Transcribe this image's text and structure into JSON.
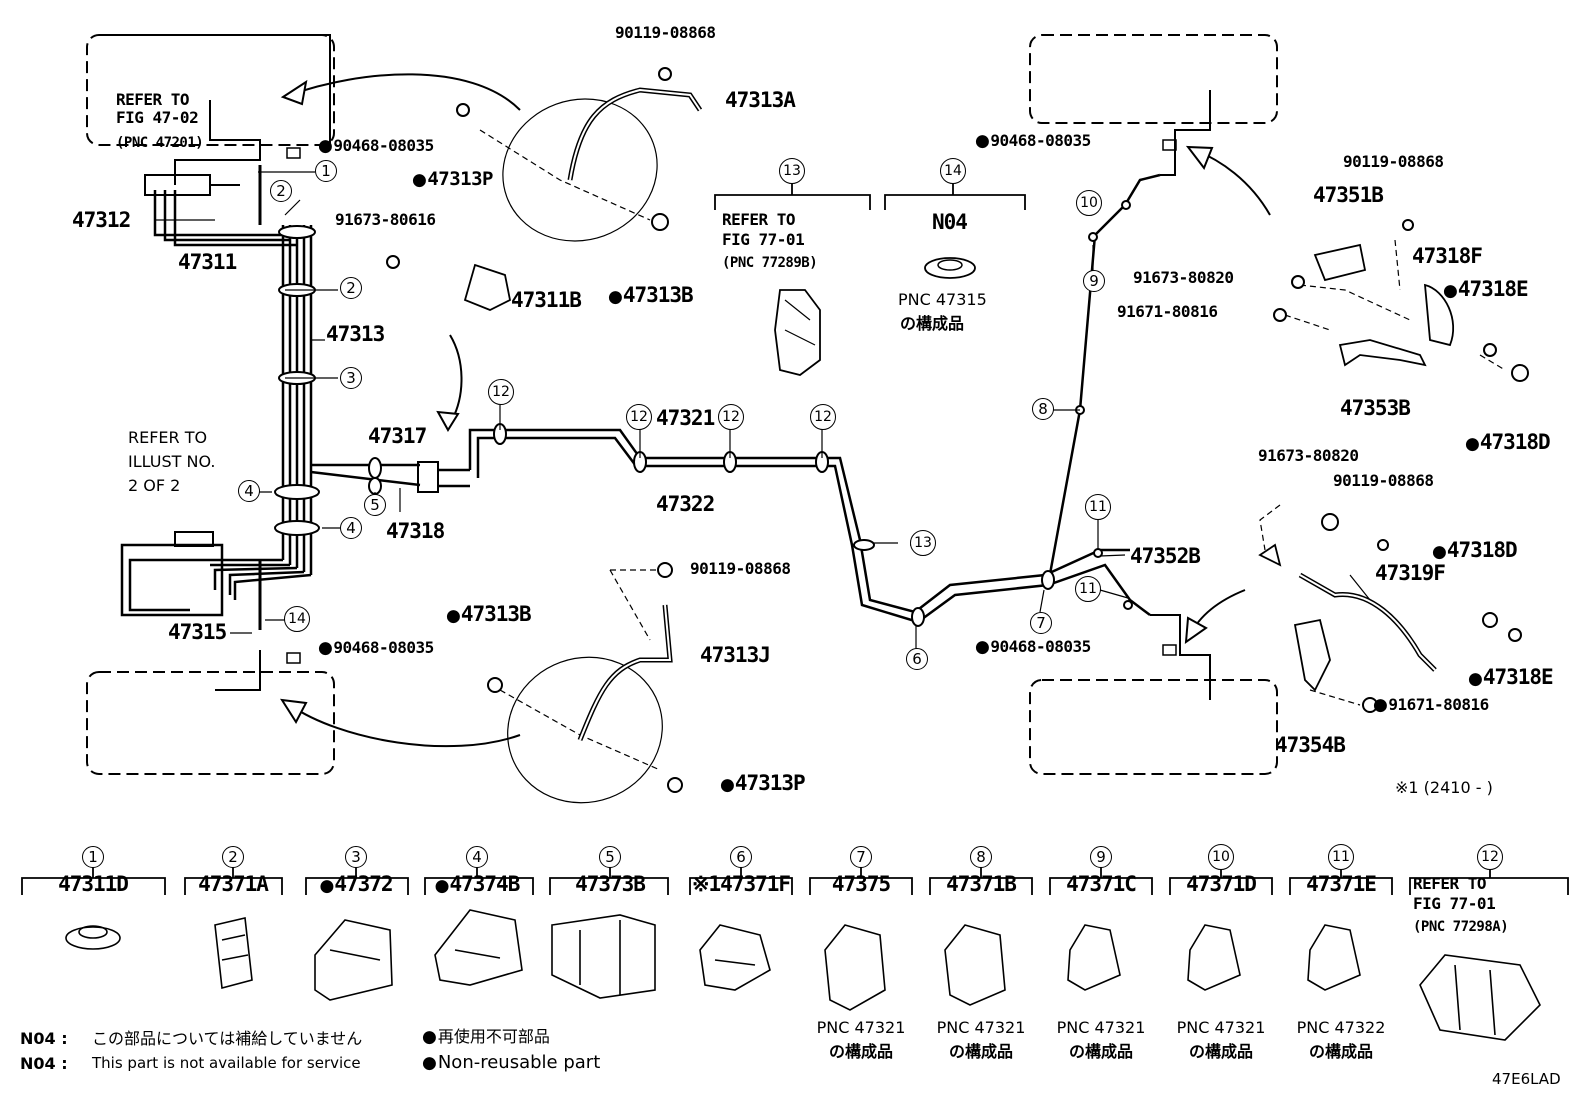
{
  "callouts": {
    "c1": "1",
    "c2": "2",
    "c3": "3",
    "c4": "4",
    "c5": "5",
    "c6": "6",
    "c7": "7",
    "c8": "8",
    "c9": "9",
    "c10": "10",
    "c11": "11",
    "c12": "12",
    "c13": "13",
    "c14": "14"
  },
  "labels": {
    "refer_4702_a": "REFER TO",
    "refer_4702_b": "FIG 47-02",
    "refer_4702_c": "(PNC 47201)",
    "p90468_tl": "90468-08035",
    "p47313P_top": "47313P",
    "p90119_top": "90119-08868",
    "p47313A": "47313A",
    "p47313B_top": "47313B",
    "p47312": "47312",
    "p47311": "47311",
    "p91673_80616": "91673-80616",
    "p47311B": "47311B",
    "p47313": "47313",
    "refer_illust_a": "REFER TO",
    "refer_illust_b": "ILLUST NO.",
    "refer_illust_c": "2 OF 2",
    "p47317": "47317",
    "p47318": "47318",
    "p47315": "47315",
    "p90468_bl": "90468-08035",
    "p47313B_bot": "47313B",
    "p90119_mid": "90119-08868",
    "p47313J": "47313J",
    "p47313P_bot": "47313P",
    "p47321": "47321",
    "p47322": "47322",
    "refer_7701_a": "REFER TO",
    "refer_7701_b": "FIG 77-01",
    "refer_7701_c": "(PNC 77289B)",
    "n04_head": "N04",
    "pnc47315_a": "PNC 47315",
    "pnc47315_b": "の構成品",
    "p90468_tr": "90468-08035",
    "p90468_br": "90468-08035",
    "p90119_r1": "90119-08868",
    "p47351B": "47351B",
    "p91673_80820_r": "91673-80820",
    "p47318F": "47318F",
    "p47318E_top": "47318E",
    "p91671_80816_r": "91671-80816",
    "p47353B": "47353B",
    "p47318D_top": "47318D",
    "p91673_80820_b": "91673-80820",
    "p90119_r2": "90119-08868",
    "p47352B": "47352B",
    "p47318D_bot": "47318D",
    "p47319F": "47319F",
    "p47318E_bot": "47318E",
    "p91671_80816_b": "91671-80816",
    "p47354B": "47354B",
    "note_date": "※1 (2410 -      )"
  },
  "bottom_row": [
    {
      "num": "1",
      "part": "47311D",
      "non_reusable": false,
      "note": ""
    },
    {
      "num": "2",
      "part": "47371A",
      "non_reusable": false,
      "note": ""
    },
    {
      "num": "3",
      "part": "47372",
      "non_reusable": true,
      "note": ""
    },
    {
      "num": "4",
      "part": "47374B",
      "non_reusable": true,
      "note": ""
    },
    {
      "num": "5",
      "part": "47373B",
      "non_reusable": false,
      "note": ""
    },
    {
      "num": "6",
      "part": "※147371F",
      "non_reusable": false,
      "note": ""
    },
    {
      "num": "7",
      "part": "47375",
      "non_reusable": false,
      "note": "PNC 47321"
    },
    {
      "num": "8",
      "part": "47371B",
      "non_reusable": false,
      "note": "PNC 47321"
    },
    {
      "num": "9",
      "part": "47371C",
      "non_reusable": false,
      "note": "PNC 47321"
    },
    {
      "num": "10",
      "part": "47371D",
      "non_reusable": false,
      "note": "PNC 47321"
    },
    {
      "num": "11",
      "part": "47371E",
      "non_reusable": false,
      "note": "PNC 47322"
    },
    {
      "num": "12",
      "part": "REFER TO",
      "non_reusable": false,
      "note": ""
    }
  ],
  "bottom_note_suffix": "の構成品",
  "refer_7701_b2": "FIG 77-01",
  "refer_7701_c2": "(PNC 77298A)",
  "legend": {
    "n04_ja_key": "N04 :",
    "n04_ja": "この部品については補給していません",
    "n04_en_key": "N04 :",
    "n04_en": "This part is not available for service",
    "nr_ja": "再使用不可部品",
    "nr_en": "Non-reusable part"
  },
  "figure_code": "47E6LAD"
}
